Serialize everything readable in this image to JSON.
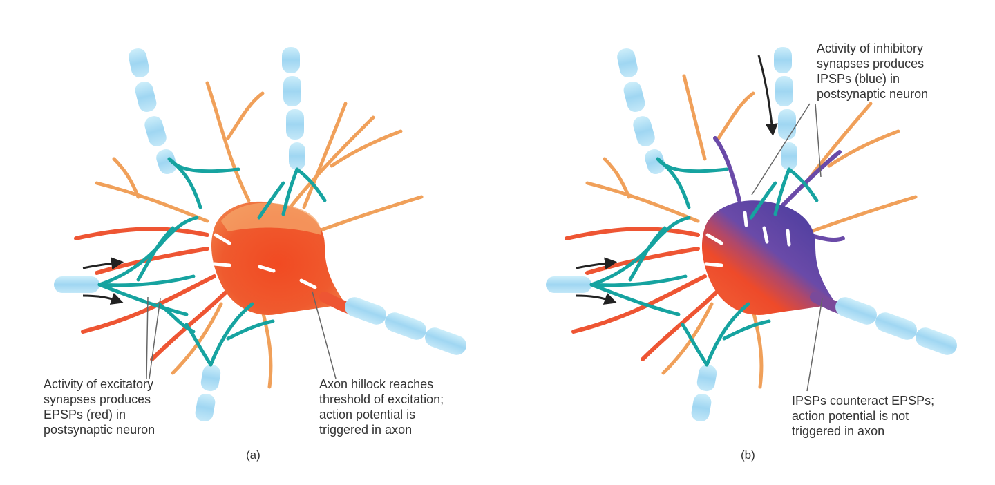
{
  "panels": [
    {
      "id": "a",
      "letter": "(a)",
      "label_excitatory": [
        "Activity of excitatory",
        "synapses produces",
        "EPSPs (red) in",
        "postsynaptic neuron"
      ],
      "label_hillock": [
        "Axon hillock reaches",
        "threshold of excitation;",
        "action potential is",
        "triggered in axon"
      ]
    },
    {
      "id": "b",
      "letter": "(b)",
      "label_inhibitory": [
        "Activity of inhibitory",
        "synapses produces",
        "IPSPs (blue) in",
        "postsynaptic neuron"
      ],
      "label_counteract": [
        "IPSPs counteract EPSPs;",
        "action potential is not",
        "triggered in axon"
      ]
    }
  ],
  "colors": {
    "epsp_red": "#ee4422",
    "ipsp_blue": "#5b44a6",
    "myelin_blue": "#a8dcf5",
    "synapse_teal": "#16a3a0",
    "dendrite_orange": "#f0a05a"
  }
}
